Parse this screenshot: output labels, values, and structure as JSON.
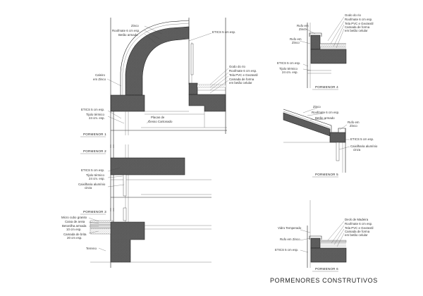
{
  "sheet_title": "PORMENORES CONSTRUTIVOS",
  "details": {
    "d1": {
      "title": "PORMENOR 1",
      "labels": {
        "zinco": "Zinco",
        "rooftmate": "Roofmate 6 cm esp.",
        "betao": "Betão armado",
        "etics_top": "ETICS 5 cm esp.",
        "caleiro": "Caleiro",
        "caleiro2": "em Zinco",
        "godo": "Godo do rio",
        "roof2": "Roofmate 6 cm esp.",
        "tela": "Tela PVC e Geotextil",
        "camada": "Camada de forma",
        "camada2": "em betão celular",
        "etics_left": "ETICS 5 cm esp.",
        "tijolo": "Tijolo térmico",
        "tijolo2": "24 cm. esp.",
        "placas": "Placas de",
        "placas2": "Gesso Cartonado"
      }
    },
    "d2": {
      "title": "PORMENOR 2",
      "labels": {
        "etics": "ETICS 5 cm esp.",
        "tijolo": "Tijolo térmico",
        "tijolo2": "24 cm. esp.",
        "caixilharia": "Caixilharia alumínio",
        "caixilharia2": "cinza"
      }
    },
    "d3": {
      "title": "PORMENOR 3",
      "labels": {
        "micro": "Micro cubo granito",
        "caixa": "Caixa de areia",
        "betonilha": "Betonilha armada",
        "betonilha2": "10 cm esp.",
        "brita": "Camada de brita",
        "brita2": "20 cm esp.",
        "terreno": "Terreno"
      }
    },
    "d4": {
      "title": "PORMENOR 4",
      "labels": {
        "godo": "Godo do rio",
        "roof": "Roofmate 6 cm esp.",
        "tela": "Tela PVC e Geotextil",
        "camada": "Camada de forma",
        "camada2": "em betão celular",
        "rufo": "Rufo em",
        "rufo2": "Zinco",
        "rufo3": "Rufo em",
        "rufo4": "Zinco",
        "etics": "ETICS 5 cm esp.",
        "tijolo": "Tijolo térmico",
        "tijolo2": "24 cm. esp."
      }
    },
    "d5": {
      "title": "PORMENOR 5",
      "labels": {
        "zinco": "Zinco",
        "roof": "Roofmate 6 cm esp.",
        "betao": "Betão armado",
        "rufo": "Rufo em",
        "rufo2": "Zinco",
        "etics": "ETICS 5 cm esp.",
        "caixilharia": "Caixilharia alumínio",
        "caixilharia2": "cinza"
      }
    },
    "d6": {
      "title": "PORMENOR 6",
      "labels": {
        "deck": "Deck de Madeira",
        "roof": "Roofmate 6 cm esp.",
        "tela": "Tela PVC e Geotextil",
        "camada": "Camada de forma",
        "camada2": "em betão celular",
        "vidro": "Vidro Temperado",
        "rufo": "Rufo em Zinco",
        "etics": "ETICS 5 cm esp."
      }
    }
  }
}
